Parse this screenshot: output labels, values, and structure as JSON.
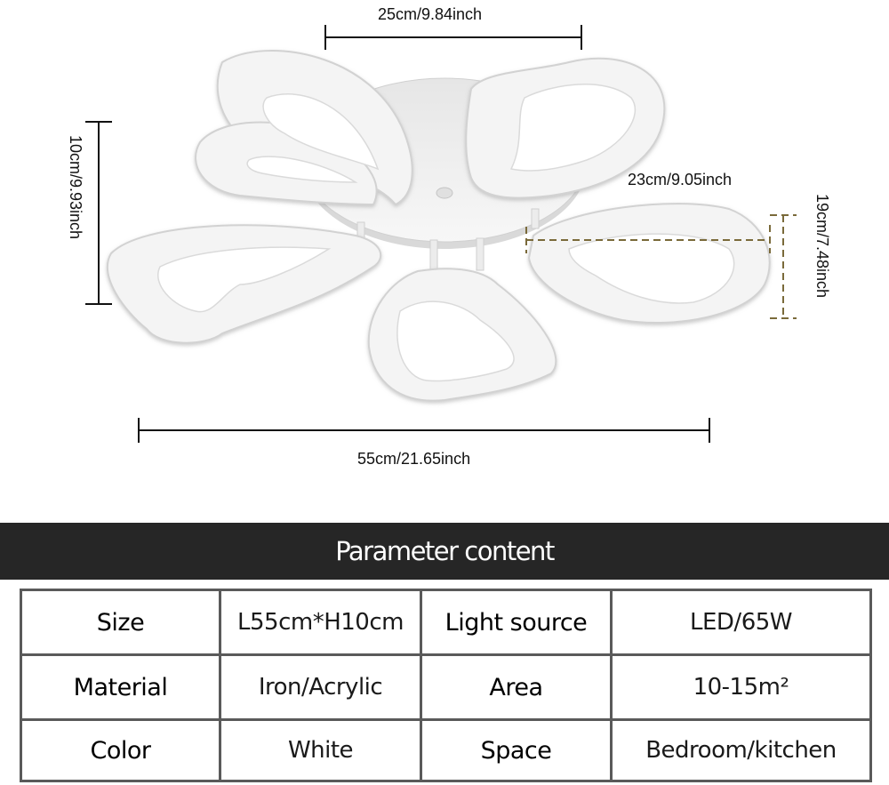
{
  "dimensions": {
    "top_width": "25cm/9.84inch",
    "height": "10cm/9.93inch",
    "petal_length": "23cm/9.05inch",
    "petal_width": "19cm/7.48inch",
    "total_width": "55cm/21.65inch"
  },
  "product": {
    "image_description": "white five-petal heart-shaped acrylic LED ceiling light with round iron base",
    "line_color": "#111111",
    "dashed_color": "#7a6a3a",
    "lamp_color": "#f2f2f2"
  },
  "parameters": {
    "title": "Parameter content",
    "header_bg": "#262626",
    "rows": [
      [
        {
          "label": "Size",
          "value": "L55cm*H10cm"
        },
        {
          "label": "Light source",
          "value": "LED/65W"
        }
      ],
      [
        {
          "label": "Material",
          "value": "Iron/Acrylic"
        },
        {
          "label": "Area",
          "value": "10-15m²"
        }
      ],
      [
        {
          "label": "Color",
          "value": "White"
        },
        {
          "label": "Space",
          "value": "Bedroom/kitchen"
        }
      ]
    ]
  }
}
